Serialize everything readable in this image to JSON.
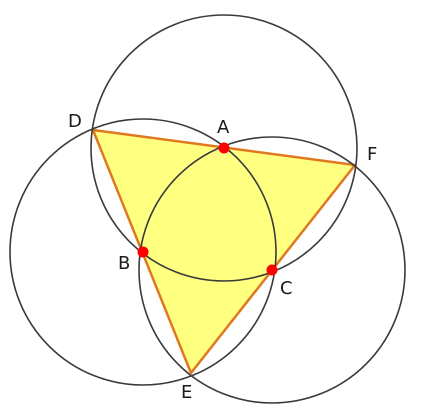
{
  "colors": {
    "circle_stroke": "#3a3a3a",
    "triangle_fill": "#ffff80",
    "triangle_stroke": "#e07820",
    "point_fill": "#ff0000"
  },
  "points": {
    "A": {
      "label": "A"
    },
    "B": {
      "label": "B"
    },
    "C": {
      "label": "C"
    },
    "D": {
      "label": "D"
    },
    "E": {
      "label": "E"
    },
    "F": {
      "label": "F"
    }
  }
}
